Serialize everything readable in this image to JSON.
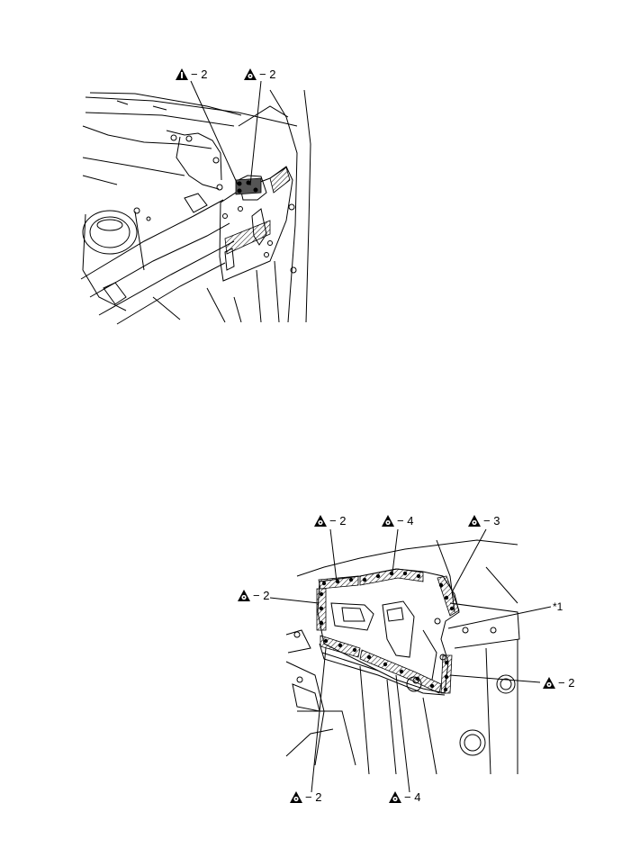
{
  "figure1": {
    "callouts": [
      {
        "symbol": "triangle-i-icon",
        "text": "− 2"
      },
      {
        "symbol": "triangle-o-icon",
        "text": "− 2"
      }
    ]
  },
  "figure2": {
    "callouts": [
      {
        "symbol": "triangle-o-icon",
        "text": "− 2"
      },
      {
        "symbol": "triangle-o-icon",
        "text": "− 4"
      },
      {
        "symbol": "triangle-o-icon",
        "text": "− 3"
      },
      {
        "symbol": "triangle-o-icon",
        "text": "− 2"
      },
      {
        "symbol": "triangle-o-icon",
        "text": "− 2"
      },
      {
        "symbol": "triangle-o-icon",
        "text": "− 2"
      },
      {
        "symbol": "triangle-o-icon",
        "text": "− 4"
      }
    ],
    "part_label": "*1"
  }
}
